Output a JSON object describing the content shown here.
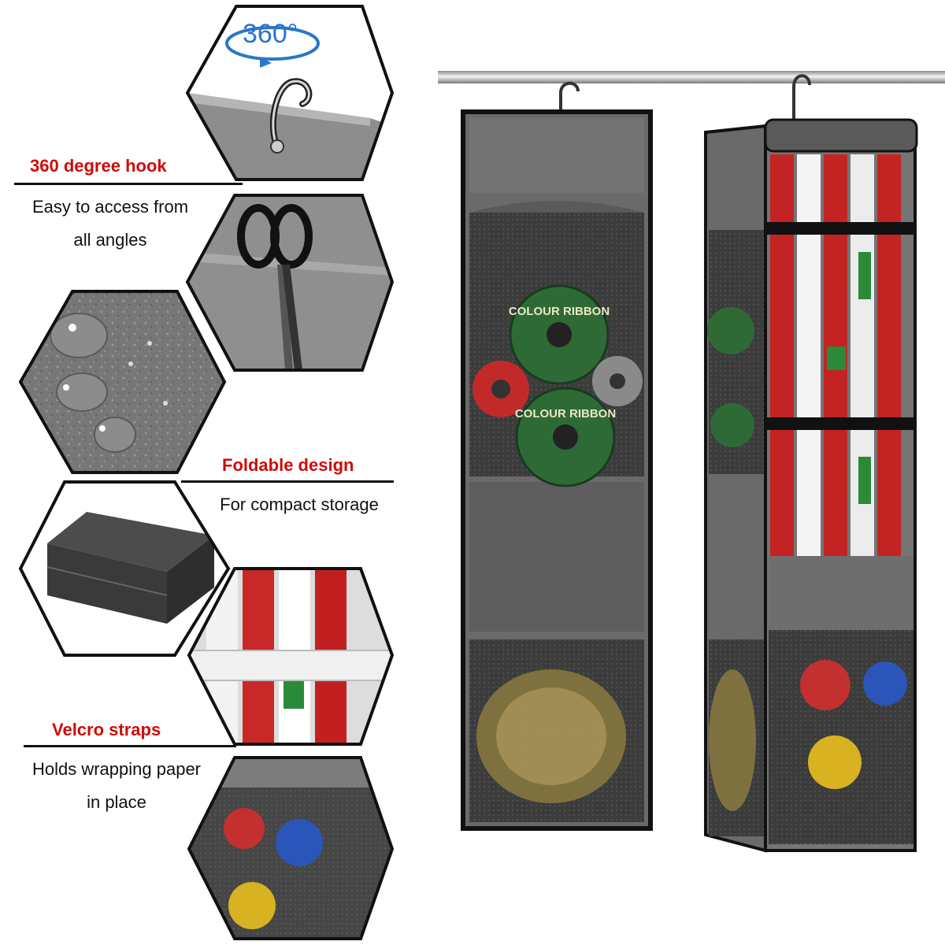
{
  "hook_panel": {
    "badge": "360°"
  },
  "features": [
    {
      "title": "360 degree hook",
      "lines": [
        "Easy to access from",
        "all angles"
      ]
    },
    {
      "title": "Foldable design",
      "lines": [
        "For compact storage"
      ]
    },
    {
      "title": "Velcro straps",
      "lines": [
        "Holds wrapping paper",
        "in place"
      ]
    }
  ],
  "ribbon_spool": {
    "label": "COLOUR RIBBON"
  },
  "colors": {
    "accent_red": "#d00a0a",
    "fabric_gray": "#6b6b6b",
    "rail_chrome": "#c8c8c8",
    "outline": "#111111"
  }
}
